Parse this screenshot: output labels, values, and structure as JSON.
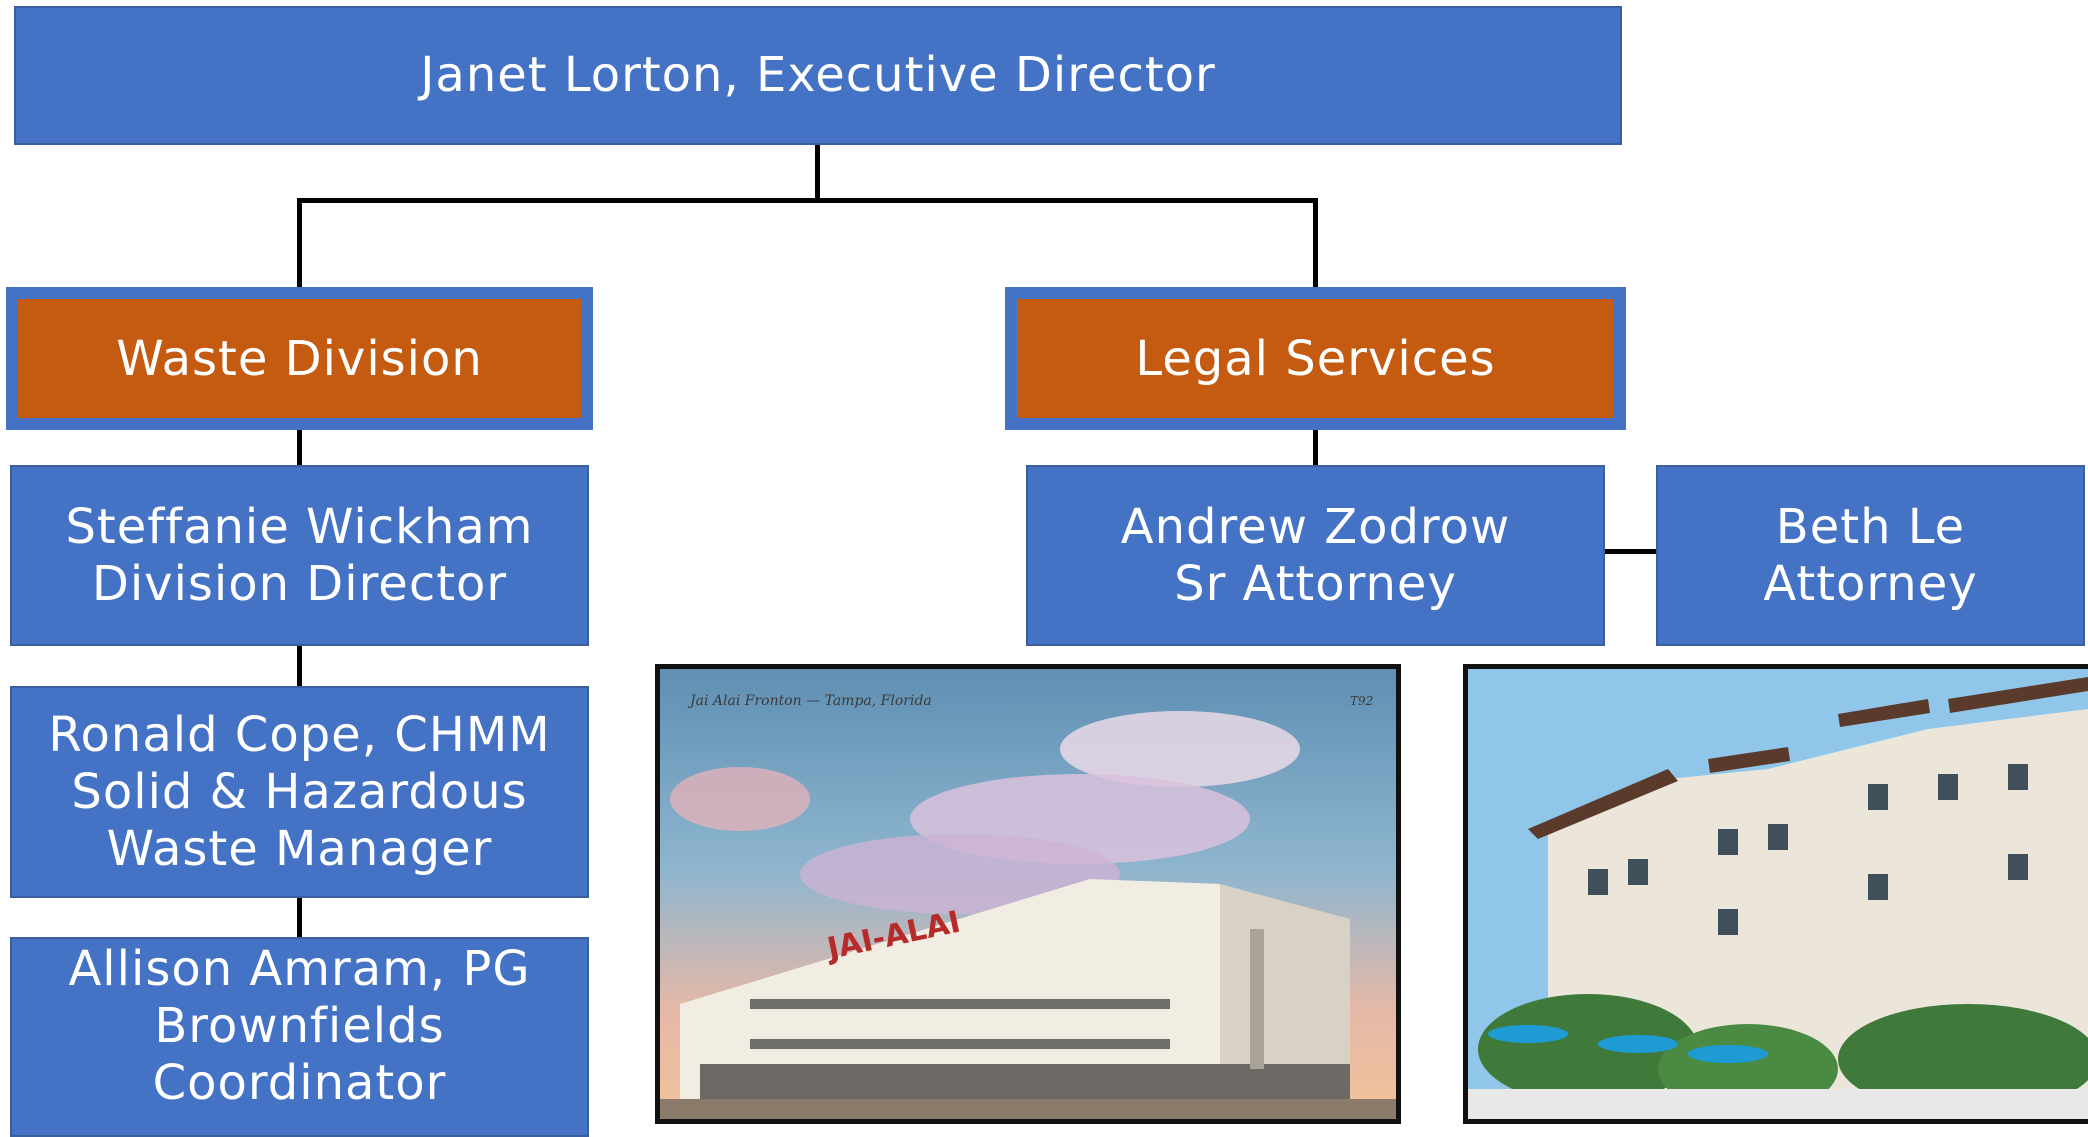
{
  "colors": {
    "box_blue": "#4472c4",
    "division_orange": "#c55a11",
    "connector": "#000000"
  },
  "executive": {
    "name_title": "Janet Lorton, Executive Director"
  },
  "waste_division": {
    "label": "Waste Division",
    "director": {
      "line1": "Steffanie Wickham",
      "line2": "Division Director"
    },
    "manager": {
      "line1": "Ronald Cope, CHMM",
      "line2": "Solid & Hazardous",
      "line3": "Waste Manager"
    },
    "coordinator": {
      "line1": "Allison Amram, PG",
      "line2": "Brownfields",
      "line3": "Coordinator"
    }
  },
  "legal_services": {
    "label": "Legal Services",
    "sr_attorney": {
      "line1": "Andrew Zodrow",
      "line2": "Sr Attorney"
    },
    "attorney": {
      "line1": "Beth Le",
      "line2": "Attorney"
    }
  },
  "photos": {
    "postcard": {
      "caption": "Jai Alai Fronton — Tampa, Florida",
      "code": "T92",
      "sign": "JAI-ALAI"
    },
    "apartments": {
      "subject": "apartment-building"
    }
  }
}
